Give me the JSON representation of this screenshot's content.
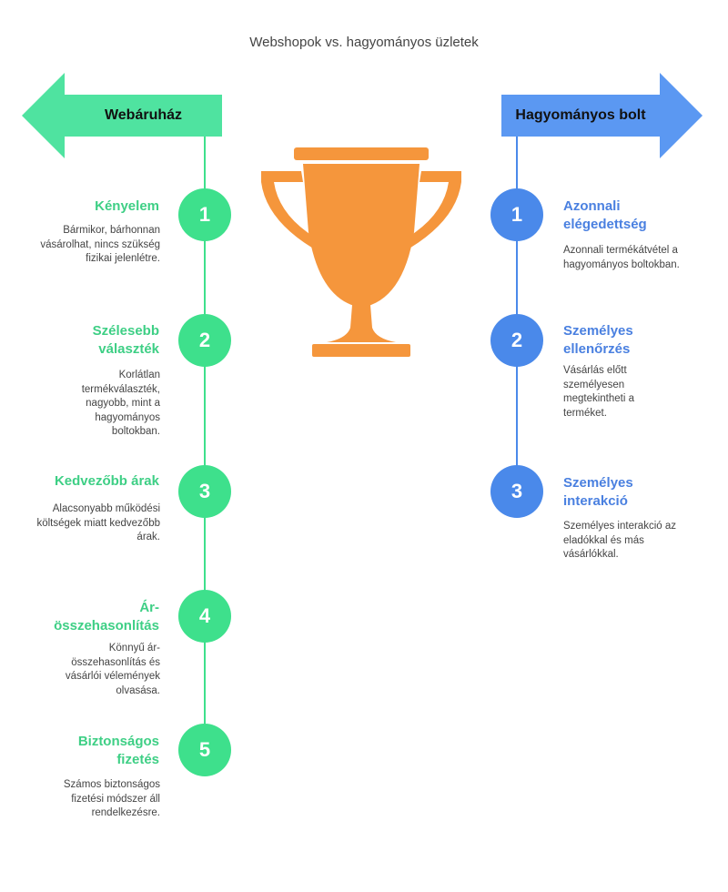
{
  "title": "Webshopok vs. hagyományos üzletek",
  "left": {
    "header": "Webáruház",
    "color": "#3ee08c",
    "steps": [
      {
        "num": "1",
        "title": "Kényelem",
        "desc": "Bármikor, bárhonnan vásárolhat, nincs szükség fizikai jelenlétre."
      },
      {
        "num": "2",
        "title": "Szélesebb választék",
        "desc": "Korlátlan termékválaszték, nagyobb, mint a hagyományos boltokban."
      },
      {
        "num": "3",
        "title": "Kedvezőbb árak",
        "desc": "Alacsonyabb működési költségek miatt kedvezőbb árak."
      },
      {
        "num": "4",
        "title": "Ár-összehasonlítás",
        "desc": "Könnyű ár-összehasonlítás és vásárlói vélemények olvasása."
      },
      {
        "num": "5",
        "title": "Biztonságos fizetés",
        "desc": "Számos biztonságos fizetési módszer áll rendelkezésre."
      }
    ]
  },
  "right": {
    "header": "Hagyományos bolt",
    "color": "#4a89ea",
    "steps": [
      {
        "num": "1",
        "title": "Azonnali elégedettség",
        "desc": "Azonnali termékátvétel a hagyományos boltokban."
      },
      {
        "num": "2",
        "title": "Személyes ellenőrzés",
        "desc": "Vásárlás előtt személyesen megtekintheti a terméket."
      },
      {
        "num": "3",
        "title": "Személyes interakció",
        "desc": "Személyes interakció az eladókkal és más vásárlókkal."
      }
    ]
  },
  "trophy": {
    "icon": "trophy-icon",
    "color": "#f5963c"
  }
}
